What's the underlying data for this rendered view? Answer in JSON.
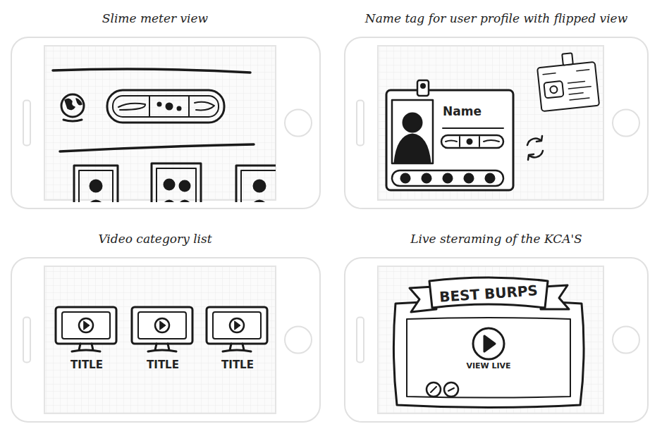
{
  "diagram": {
    "nodes": [
      {
        "text": [
          "Slime meter view"
        ]
      },
      {
        "text": [
          "Name tag for user profile with flipped view"
        ]
      },
      {
        "text": [
          "Name"
        ],
        "in": 1
      },
      {
        "text": [
          "Video category list"
        ]
      },
      {
        "text": [
          "TITLE"
        ],
        "in": 3
      },
      {
        "text": [
          "TITLE"
        ],
        "in": 3
      },
      {
        "text": [
          "TITLE"
        ],
        "in": 3
      },
      {
        "text": [
          "Live steraming of the KCA'S"
        ]
      },
      {
        "text": [
          "BEST BURPS",
          "VIEW LIVE"
        ],
        "in": 7
      }
    ]
  }
}
